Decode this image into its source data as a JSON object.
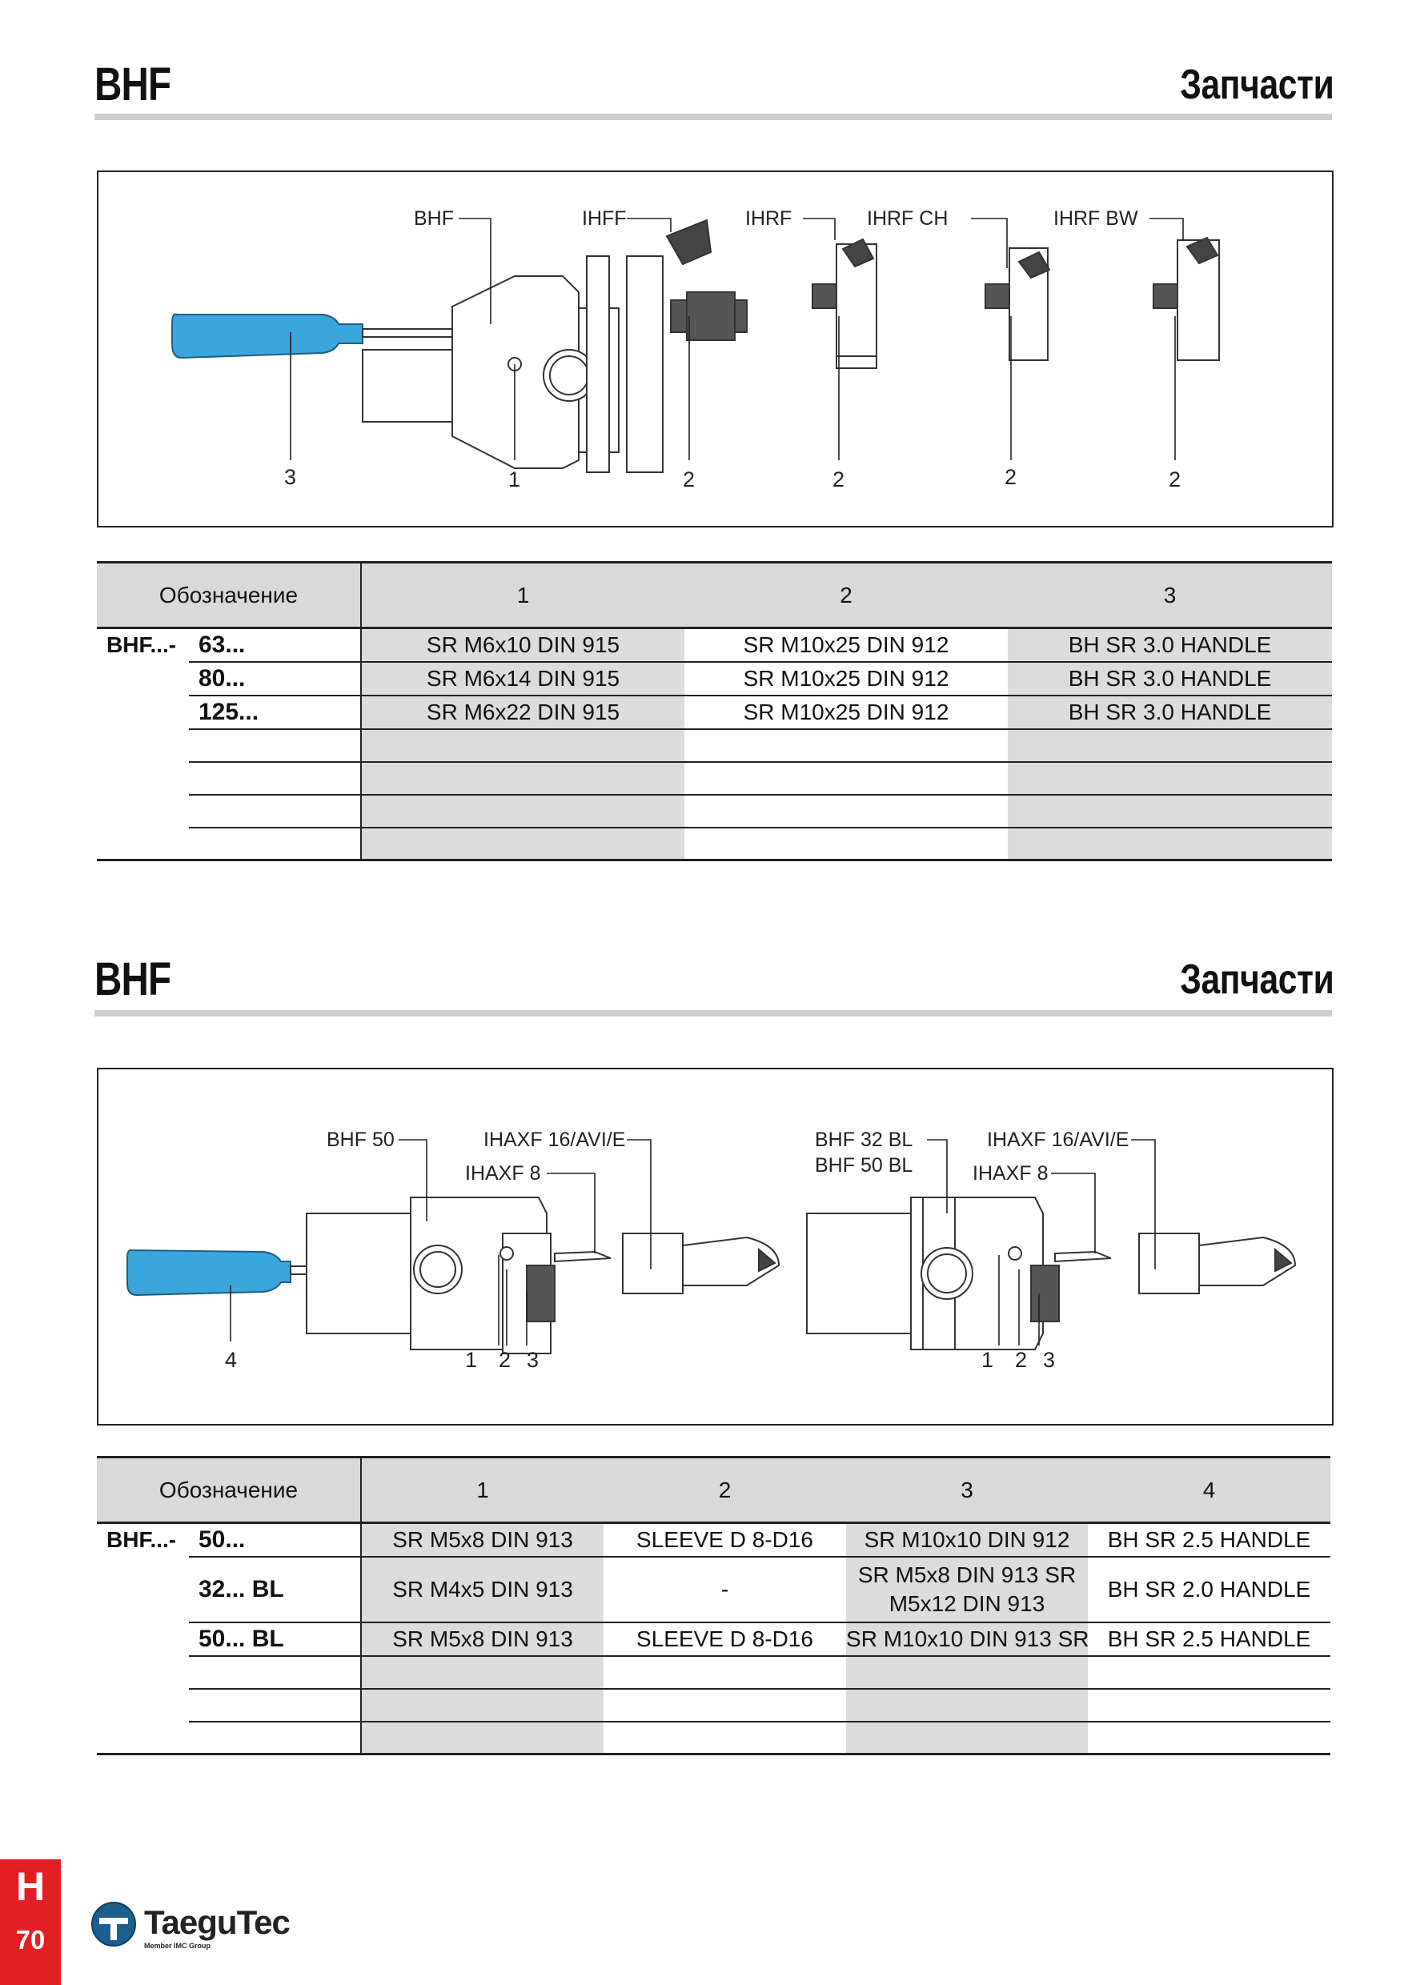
{
  "section1": {
    "title": "BHF",
    "subtitle": "Запчасти",
    "diagram": {
      "labels": [
        "BHF",
        "IHFF",
        "IHRF",
        "IHRF CH",
        "IHRF BW"
      ],
      "numbers": [
        "3",
        "1",
        "2",
        "2",
        "2",
        "2"
      ]
    },
    "table": {
      "header_label": "Обозначение",
      "columns": [
        "1",
        "2",
        "3"
      ],
      "prefix": "BHF...-",
      "rows": [
        {
          "size": "63...",
          "cells": [
            "SR M6x10 DIN 915",
            "SR M10x25 DIN 912",
            "BH SR 3.0 HANDLE"
          ]
        },
        {
          "size": "80...",
          "cells": [
            "SR M6x14 DIN 915",
            "SR M10x25 DIN 912",
            "BH SR 3.0 HANDLE"
          ]
        },
        {
          "size": "125...",
          "cells": [
            "SR M6x22 DIN 915",
            "SR M10x25 DIN 912",
            "BH SR 3.0 HANDLE"
          ]
        }
      ]
    }
  },
  "section2": {
    "title": "BHF",
    "subtitle": "Запчасти",
    "diagram": {
      "labels": [
        "BHF 50",
        "IHAXF 16/AVI/E",
        "IHAXF 8",
        "BHF 32 BL",
        "BHF 50 BL",
        "IHAXF 16/AVI/E",
        "IHAXF 8"
      ],
      "numbers": [
        "4",
        "1",
        "2",
        "3",
        "1",
        "2",
        "3"
      ]
    },
    "table": {
      "header_label": "Обозначение",
      "columns": [
        "1",
        "2",
        "3",
        "4"
      ],
      "prefix": "BHF...-",
      "rows": [
        {
          "size": "50...",
          "cells": [
            "SR M5x8 DIN 913",
            "SLEEVE D 8-D16",
            "SR M10x10 DIN 912",
            "BH SR 2.5 HANDLE"
          ]
        },
        {
          "size": "32... BL",
          "cells": [
            "SR M4x5 DIN 913",
            "-",
            "SR M5x8 DIN 913 SR M5x12 DIN 913",
            "BH SR 2.0 HANDLE"
          ]
        },
        {
          "size": "50... BL",
          "cells": [
            "SR M5x8 DIN 913",
            "SLEEVE D 8-D16",
            "SR M10x10 DIN 913 SR",
            "BH SR 2.5 HANDLE"
          ]
        }
      ]
    }
  },
  "footer": {
    "section_letter": "H",
    "page_number": "70",
    "brand": "TaeguTec",
    "brand_sub": "Member IMC Group",
    "accent_color": "#e31e24",
    "handle_color": "#3aa6dc"
  }
}
